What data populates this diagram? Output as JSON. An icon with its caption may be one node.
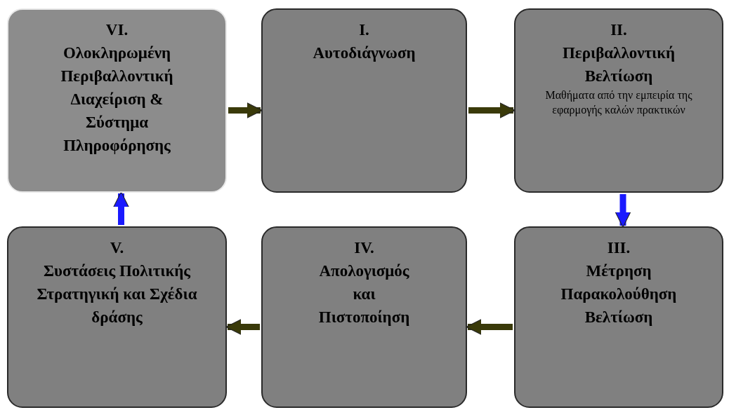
{
  "diagram": {
    "nodes": [
      {
        "text": [
          "VI.",
          "Ολοκληρωμένη Περιβαλλοντική Διαχείριση & Σύστημα Πληροφόρησης"
        ]
      },
      {
        "text": [
          "I.",
          "Αυτοδιάγνωση"
        ]
      },
      {
        "text": [
          "II.",
          "Περιβαλλοντική Βελτίωση",
          "Μαθήματα από την εμπειρία της εφαρμογής καλών πρακτικών"
        ]
      },
      {
        "text": [
          "V.",
          "Συστάσεις Πολιτικής Στρατηγική και Σχέδια δράσης"
        ]
      },
      {
        "text": [
          "IV.",
          "Απολογισμός και Πιστοποίηση"
        ]
      },
      {
        "text": [
          "III.",
          "Μέτρηση Παρακολούθηση Βελτίωση"
        ]
      }
    ],
    "edges": [
      {
        "from": 0,
        "to": 1,
        "arrow": "to"
      },
      {
        "from": 1,
        "to": 2,
        "arrow": "to"
      },
      {
        "from": 2,
        "to": 5,
        "arrow": "to",
        "color": "#1a1aff"
      },
      {
        "from": 5,
        "to": 4,
        "arrow": "to"
      },
      {
        "from": 4,
        "to": 3,
        "arrow": "to"
      },
      {
        "from": 3,
        "to": 0,
        "arrow": "to",
        "color": "#1a1aff"
      }
    ]
  }
}
